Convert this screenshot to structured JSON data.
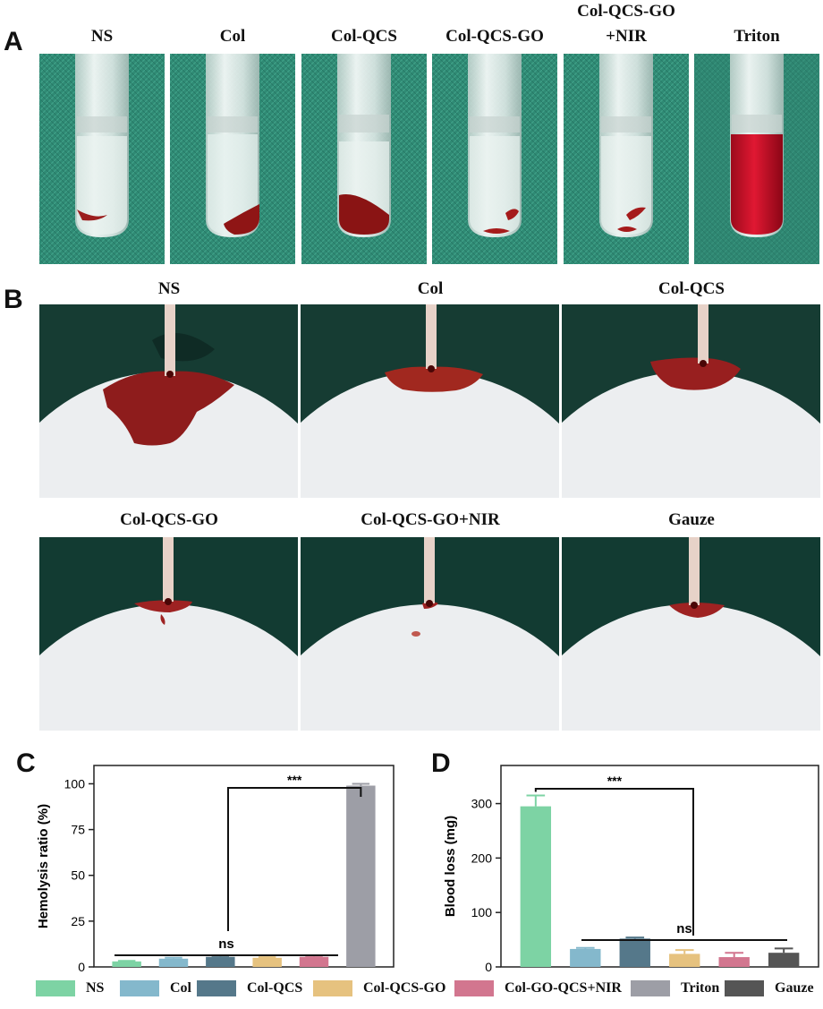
{
  "panels": {
    "a": "A",
    "b": "B",
    "c": "C",
    "d": "D"
  },
  "panel_a": {
    "tubes": [
      {
        "label": "NS",
        "state": "pellet-small"
      },
      {
        "label": "Col",
        "state": "pellet-slant"
      },
      {
        "label": "Col-QCS",
        "state": "pellet-large"
      },
      {
        "label": "Col-QCS-GO",
        "state": "pellet-streak"
      },
      {
        "label": "Col-QCS-GO\n+NIR",
        "label_line1": "Col-QCS-GO",
        "label_line2": "+NIR",
        "state": "pellet-streak"
      },
      {
        "label": "Triton",
        "state": "lysed"
      }
    ]
  },
  "panel_b": {
    "images": [
      {
        "label": "NS",
        "stain": "large"
      },
      {
        "label": "Col",
        "stain": "medium"
      },
      {
        "label": "Col-QCS",
        "stain": "medium"
      },
      {
        "label": "Col-QCS-GO",
        "stain": "small"
      },
      {
        "label": "Col-QCS-GO+NIR",
        "stain": "tiny"
      },
      {
        "label": "Gauze",
        "stain": "small"
      }
    ]
  },
  "chart_data": [
    {
      "panel": "C",
      "type": "bar",
      "ylabel": "Hemolysis ratio (%)",
      "ylim": [
        0,
        110
      ],
      "yticks": [
        "0",
        "25",
        "50",
        "75",
        "100"
      ],
      "categories": [
        "NS",
        "Col",
        "Col-QCS",
        "Col-QCS-GO",
        "Col-GO-QCS+NIR",
        "Triton"
      ],
      "values": [
        3,
        4.5,
        5.5,
        5,
        5.5,
        99
      ],
      "errors": [
        0.3,
        0.5,
        0.5,
        0.3,
        0.5,
        1.0
      ],
      "colors": [
        "#7dd3a4",
        "#84b8cc",
        "#55788a",
        "#e6c27f",
        "#d2768f",
        "#9d9ea6"
      ],
      "annotations": [
        {
          "text": "***",
          "type": "bracket"
        },
        {
          "text": "ns",
          "type": "line"
        }
      ]
    },
    {
      "panel": "D",
      "type": "bar",
      "ylabel": "Blood loss (mg)",
      "ylim": [
        0,
        370
      ],
      "yticks": [
        "0",
        "100",
        "200",
        "300"
      ],
      "categories": [
        "NS",
        "Col",
        "Col-QCS",
        "Col-QCS-GO",
        "Col-GO-QCS+NIR",
        "Gauze"
      ],
      "values": [
        295,
        33,
        52,
        24,
        18,
        26
      ],
      "errors": [
        20,
        2,
        2,
        7,
        8,
        8
      ],
      "colors": [
        "#7dd3a4",
        "#84b8cc",
        "#55788a",
        "#e6c27f",
        "#d2768f",
        "#555555"
      ],
      "annotations": [
        {
          "text": "***",
          "type": "bracket"
        },
        {
          "text": "ns",
          "type": "line"
        }
      ]
    }
  ],
  "legend": [
    {
      "label": "NS",
      "color": "#7dd3a4"
    },
    {
      "label": "Col",
      "color": "#84b8cc"
    },
    {
      "label": "Col-QCS",
      "color": "#55788a"
    },
    {
      "label": "Col-QCS-GO",
      "color": "#e6c27f"
    },
    {
      "label": "Col-GO-QCS+NIR",
      "color": "#d2768f"
    },
    {
      "label": "Triton",
      "color": "#9d9ea6"
    },
    {
      "label": "Gauze",
      "color": "#555555"
    }
  ]
}
